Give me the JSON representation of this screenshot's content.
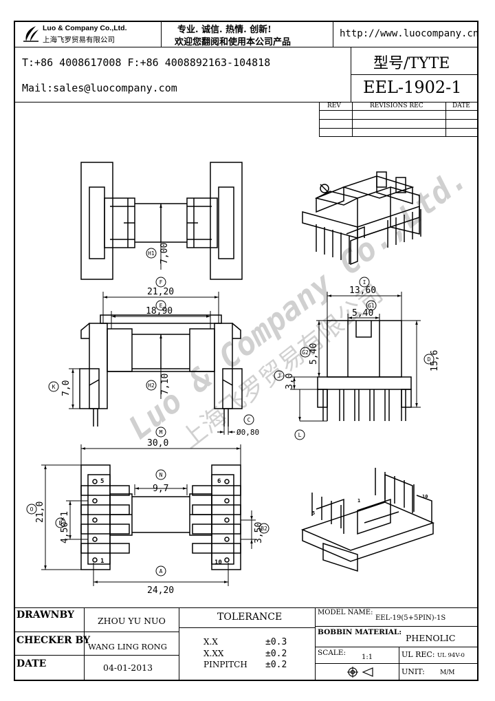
{
  "header": {
    "company_en": "Luo & Company Co.,Ltd.",
    "company_cn": "上海飞罗贸易有限公司",
    "slogan_1": "专业. 诚信. 热情. 创新!",
    "slogan_2": "欢迎您翻阅和使用本公司产品",
    "url": "http://www.luocompany.cn",
    "phone": "T:+86 4008617008 F:+86 4008892163-104818",
    "mail": "Mail:sales@luocompany.com",
    "type_label": "型号/TYTE",
    "model": "EEL-1902-1"
  },
  "revisions": {
    "col_rev": "REV",
    "col_rec": "REVISIONS REC",
    "col_date": "DATE"
  },
  "watermark": {
    "en": "Luo & Company Co.,Ltd.",
    "cn": "上海飞罗贸易有限公司"
  },
  "dims": {
    "H1": "H1",
    "H1_val": "7,00",
    "F": "F",
    "F_val": "21,20",
    "E": "E",
    "E_val": "18,90",
    "K": "K",
    "K_val": "7,0",
    "H2": "H2",
    "H2_val": "7,10",
    "C": "C",
    "C_val": "Ø0,80",
    "I": "I",
    "I_val": "13,60",
    "G1": "G1",
    "G1_val": "5,40",
    "G2": "G2",
    "G2_val": "5,40",
    "J": "J",
    "J_val": "3,0",
    "D": "D",
    "D_val": "15,6",
    "L": "L",
    "M": "M",
    "M_val": "30,0",
    "N": "N",
    "N_val": "9,7",
    "O": "O",
    "O_val": "21,0",
    "B": "B",
    "B_val": "4,50*1",
    "B2": "B2",
    "B2_val": "3,50",
    "A": "A",
    "A_val": "24,20",
    "pin5": "5",
    "pin6": "6",
    "pin1": "1",
    "pin10": "10",
    "iso5": "5",
    "iso1": "1",
    "iso10": "10"
  },
  "title_block": {
    "drawnby_label": "DRAWNBY",
    "drawnby_value": "ZHOU YU NUO",
    "checker_label": "CHECKER BY",
    "checker_value": "WANG LING RONG",
    "date_label": "DATE",
    "date_value": "04-01-2013",
    "tolerance_label": "TOLERANCE",
    "tol_1_key": "X.X",
    "tol_1_val": "±0.3",
    "tol_2_key": "X.XX",
    "tol_2_val": "±0.2",
    "tol_3_key": "PINPITCH",
    "tol_3_val": "±0.2",
    "model_name_label": "MODEL NAME:",
    "model_name_value": "EEL-19(5+5PIN)-1S",
    "bobbin_label": "BOBBIN MATERIAL:",
    "bobbin_value": "PHENOLIC",
    "scale_label": "SCALE:",
    "scale_value": "1:1",
    "ul_label": "UL REC:",
    "ul_value": "UL 94V-0",
    "unit_label": "UNIT:",
    "unit_value": "M/M"
  }
}
